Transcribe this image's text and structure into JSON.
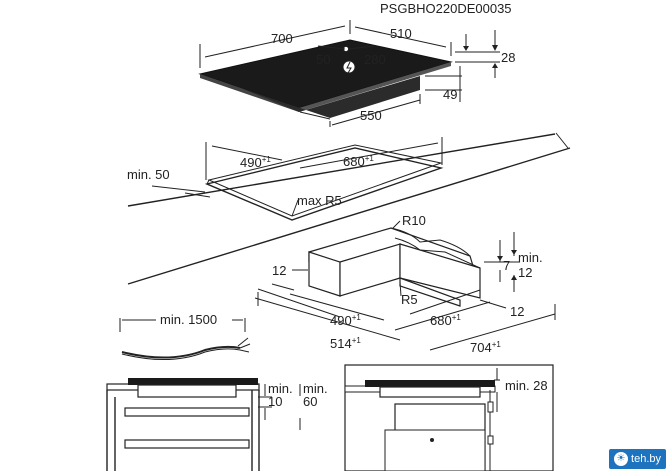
{
  "doc_code": "PSGBHO220DE00035",
  "hob": {
    "width": "700",
    "depth": "510",
    "conn_x": "50",
    "conn_y": "280",
    "thickness": "28",
    "inner_depth": "49",
    "bottom_width": "550"
  },
  "cutout": {
    "min_edge": "min. 50",
    "depth": "490",
    "depth_tol": "+1",
    "width": "680",
    "width_tol": "+1",
    "radius": "max R5"
  },
  "frame": {
    "r_top": "R10",
    "r_inner": "R5",
    "ledge_left": "12",
    "ledge_right": "12",
    "ledge_height": "7",
    "min_label": "min.",
    "min_value": "12",
    "inner_depth": "490",
    "inner_depth_tol": "+1",
    "inner_width": "680",
    "inner_width_tol": "+1",
    "outer_depth": "514",
    "outer_depth_tol": "+1",
    "outer_width": "704",
    "outer_width_tol": "+1"
  },
  "cable": {
    "length": "min. 1500"
  },
  "side_left": {
    "col1_label": "min.",
    "col1_value": "10",
    "col2_label": "min.",
    "col2_value": "60"
  },
  "side_right": {
    "clearance": "min. 28"
  },
  "watermark": {
    "text": "teh.by",
    "icon": "logo-icon"
  }
}
